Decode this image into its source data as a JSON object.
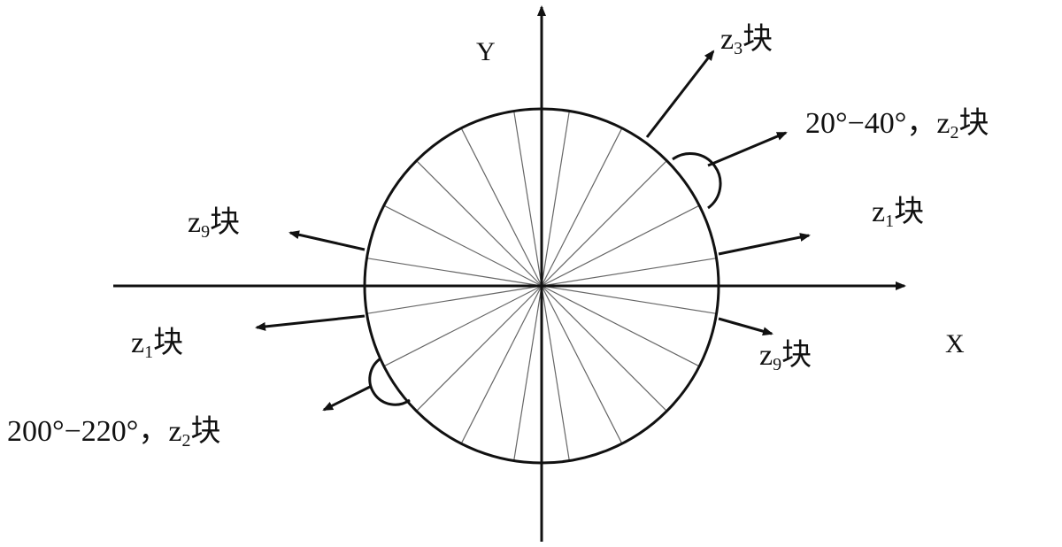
{
  "axes": {
    "x_label": "X",
    "y_label": "Y"
  },
  "zones": {
    "z3_right": {
      "name": "z",
      "sub": "3",
      "suffix": "块"
    },
    "z2_right": {
      "range": "20°−40°，",
      "name": "z",
      "sub": "2",
      "suffix": "块"
    },
    "z1_right": {
      "name": "z",
      "sub": "1",
      "suffix": "块"
    },
    "z9_right": {
      "name": "z",
      "sub": "9",
      "suffix": "块"
    },
    "z9_left": {
      "name": "z",
      "sub": "9",
      "suffix": "块"
    },
    "z1_left": {
      "name": "z",
      "sub": "1",
      "suffix": "块"
    },
    "z2_left": {
      "range": "200°−220°，",
      "name": "z",
      "sub": "2",
      "suffix": "块"
    }
  },
  "diagram": {
    "sector_count": 20,
    "stroke_color": "#111111",
    "spoke_color": "#666666"
  }
}
